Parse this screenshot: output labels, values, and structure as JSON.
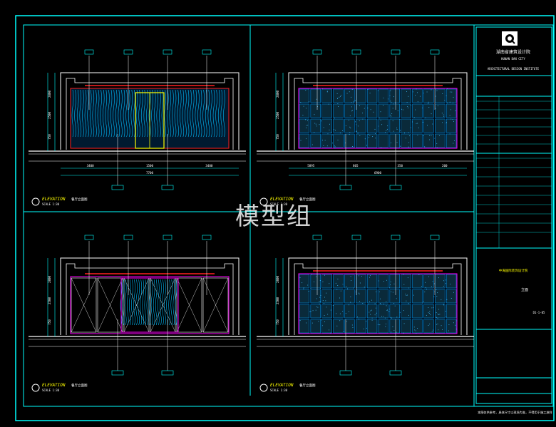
{
  "title_block": {
    "institute_line1": "湖南省建筑设计院",
    "institute_line2": "HUNAN DAN CITY",
    "institute_line3": "ARCHITECTURAL DESIGN INSTITUTE",
    "project_name": "中海国际装饰设计院",
    "drawing_title": "立面",
    "drawing_number": "D1-1-05",
    "footer_note": "本图仅供参考，具体尺寸以现场为准，不得用于施工放样"
  },
  "elevations": [
    {
      "label": "ELEVATION",
      "subtitle": "餐厅立面图",
      "scale": "SCALE 1:30",
      "dims_bottom": [
        "3400",
        "1500",
        "3400",
        "7700"
      ],
      "dims_side": [
        "2800",
        "2500",
        "750"
      ]
    },
    {
      "label": "ELEVATION",
      "subtitle": "餐厅立面图",
      "scale": "SCALE 1:30",
      "dims_bottom": [
        "5895",
        "805",
        "350",
        "200",
        "6900"
      ],
      "dims_side": [
        "2800",
        "2500",
        "750"
      ]
    },
    {
      "label": "ELEVATION",
      "subtitle": "餐厅立面图",
      "scale": "SCALE 1:30",
      "dims_bottom": [],
      "dims_side": [
        "2800",
        "2500",
        "750"
      ]
    },
    {
      "label": "ELEVATION",
      "subtitle": "餐厅立面图",
      "scale": "SCALE 1:30",
      "dims_bottom": [],
      "dims_side": [
        "2800",
        "2500",
        "750"
      ]
    }
  ],
  "watermark": "模型组",
  "colors": {
    "frame": "#00ffff",
    "wall": "#ffffff",
    "wood": "#00bfff",
    "accent_red": "#ff2020",
    "accent_magenta": "#ff00ff",
    "accent_yellow": "#ffff00",
    "tile": "#00a0ff"
  }
}
